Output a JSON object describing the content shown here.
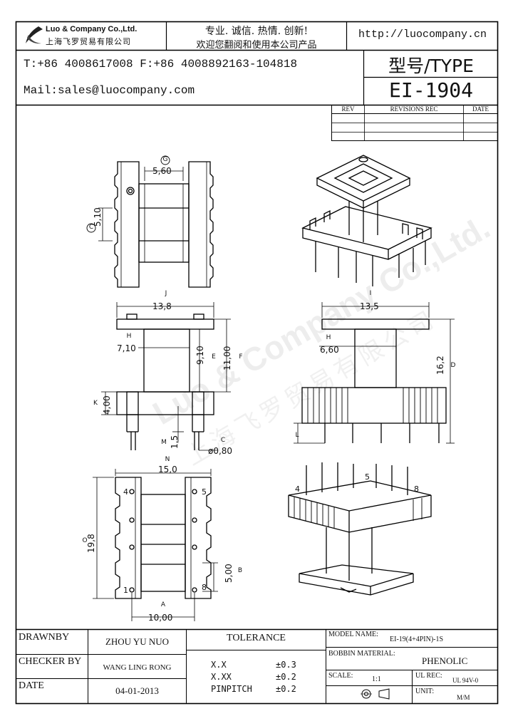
{
  "header": {
    "company_en": "Luo & Company Co.,Ltd.",
    "company_cn": "上海飞罗贸易有限公司",
    "slogan": "专业. 诚信.  热情.  创新!",
    "welcome": "欢迎您翻阅和使用本公司产品",
    "url": "http://luocompany.cn",
    "phone": "T:+86 4008617008 F:+86 4008892163-104818",
    "mail": "Mail:sales@luocompany.com",
    "type_label": "型号/TYPE",
    "model": "EI-1904"
  },
  "revisions": {
    "col_rev": "REV",
    "col_rec": "REVISIONS REC",
    "col_date": "DATE"
  },
  "dimensions": {
    "top_g": "5,60",
    "top_c": "5,10",
    "front_j": "13,8",
    "front_h": "7,10",
    "front_k": "4,00",
    "front_e": "9,10",
    "front_f": "11,00",
    "front_m": "1,5",
    "front_c": "ø0,80",
    "side_i": "13,5",
    "side_h": "6,60",
    "side_d": "16,2",
    "bot_n": "15,0",
    "bot_o": "19,8",
    "bot_b": "5,00",
    "bot_a": "10,00",
    "pin_1": "1",
    "pin_4": "4",
    "pin_5": "5",
    "pin_8": "8"
  },
  "markers": {
    "a": "A",
    "b": "B",
    "c": "C",
    "d": "D",
    "e": "E",
    "f": "F",
    "g": "G",
    "h": "H",
    "i": "I",
    "j": "J",
    "k": "K",
    "l": "L",
    "m": "M",
    "n": "N",
    "o": "O"
  },
  "watermark": {
    "en": "Luo & Company Co.,Ltd.",
    "cn": "上海飞罗贸易有限公司"
  },
  "footer": {
    "drawnby_label": "DRAWNBY",
    "drawnby_value": "ZHOU YU NUO",
    "checker_label": "CHECKER BY",
    "checker_value": "WANG LING RONG",
    "date_label": "DATE",
    "date_value": "04-01-2013",
    "tolerance_label": "TOLERANCE",
    "tol1_label": "X.X",
    "tol1_value": "±0.3",
    "tol2_label": "X.XX",
    "tol2_value": "±0.2",
    "tol3_label": "PINPITCH",
    "tol3_value": "±0.2",
    "model_name_label": "MODEL NAME:",
    "model_name_value": "EI-19(4+4PIN)-1S",
    "bobbin_label": "BOBBIN MATERIAL:",
    "bobbin_value": "PHENOLIC",
    "scale_label": "SCALE:",
    "scale_value": "1:1",
    "ulrec_label": "UL REC:",
    "ulrec_value": "UL 94V-0",
    "unit_label": "UNIT:",
    "unit_value": "M/M"
  }
}
